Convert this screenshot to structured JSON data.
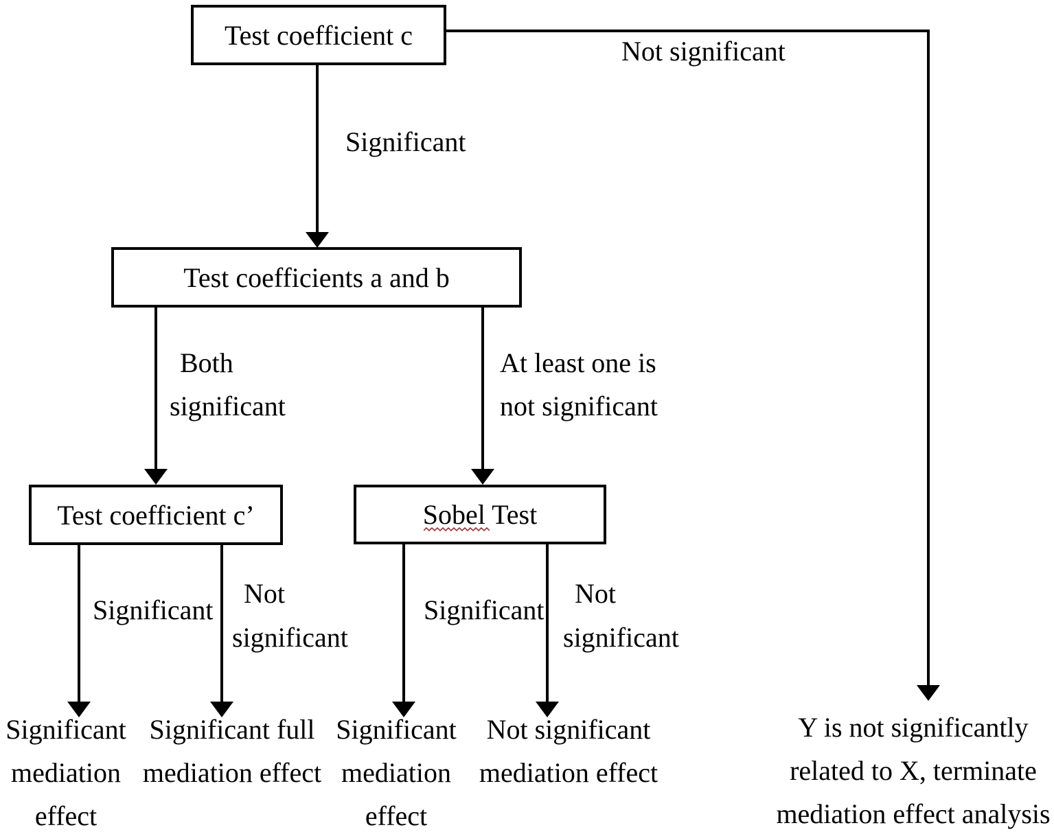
{
  "nodes": {
    "test_c": "Test coefficient c",
    "test_ab": "Test coefficients a and b",
    "test_c_prime": "Test coefficient c’",
    "sobel": "Sobel Test"
  },
  "edges": {
    "top_not_significant": "Not significant",
    "top_significant": "Significant",
    "both_significant": [
      "Both",
      "significant"
    ],
    "at_least_one": [
      "At least one is",
      "not significant"
    ],
    "c_prime_significant": "Significant",
    "c_prime_not_significant": [
      "Not",
      "significant"
    ],
    "sobel_significant": "Significant",
    "sobel_not_significant": [
      "Not",
      "significant"
    ]
  },
  "outcomes": {
    "significant_mediation_1": [
      "Significant",
      "mediation",
      "effect"
    ],
    "significant_full_mediation": [
      "Significant full",
      "mediation effect"
    ],
    "significant_mediation_2": [
      "Significant",
      "mediation",
      "effect"
    ],
    "not_significant_mediation": [
      "Not significant",
      "mediation effect"
    ],
    "terminate": [
      "Y is not significantly",
      "related to X, terminate",
      "mediation effect analysis"
    ]
  },
  "colors": {
    "line": "#000000",
    "text": "#000000",
    "background": "#ffffff",
    "spellcheck_underline": "#9b3639"
  }
}
